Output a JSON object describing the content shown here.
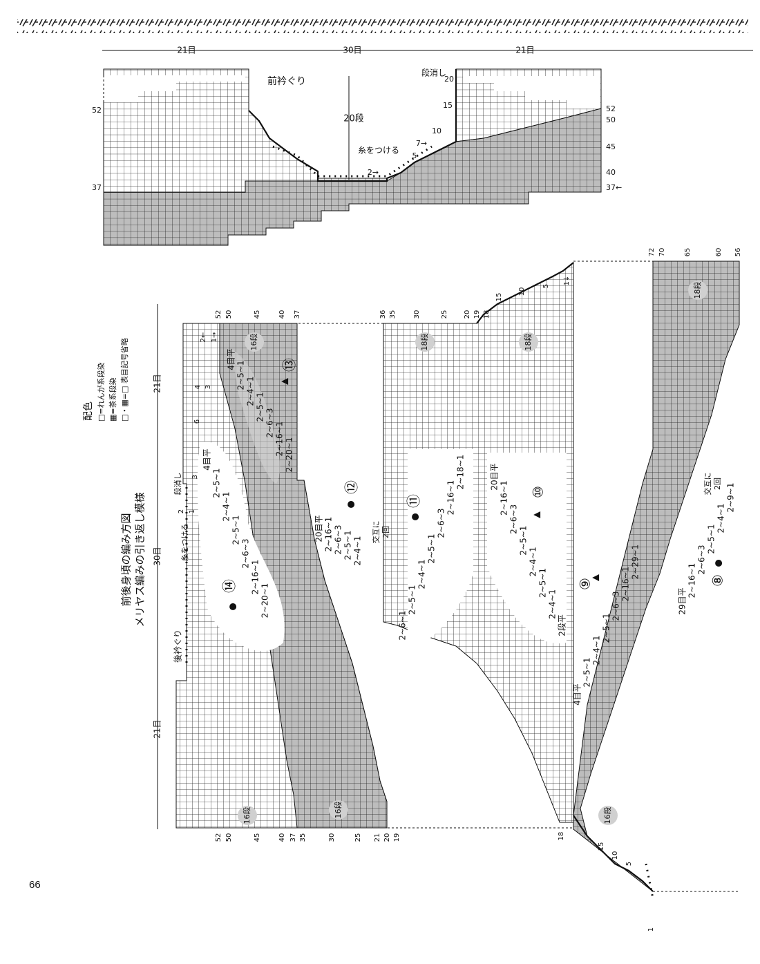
{
  "page_number": "66",
  "top_chart": {
    "widths": [
      "21目",
      "30目",
      "21目"
    ],
    "title": "前衿ぐり",
    "rows_label": "20段",
    "attach_yarn": "糸をつける",
    "remove_steps": "段消し",
    "left_rows": [
      "52",
      "37"
    ],
    "right_rows": [
      "52",
      "50",
      "45",
      "40",
      "37←"
    ],
    "step_rows": [
      "2→",
      "5",
      "7→",
      "10",
      "15",
      "20"
    ]
  },
  "main": {
    "title": "前後身頃の編み方図",
    "subtitle": "メリヤス編みの引き返し模様",
    "widths": [
      "21目",
      "30目",
      "21目"
    ],
    "legend": {
      "heading": "配色",
      "items": [
        "□=れんが系段染",
        "▦=茶系段染",
        "□・▦=□ 表目記号省略"
      ]
    },
    "back_neckline": "後衿ぐり",
    "attach_yarn": "糸をつける",
    "remove_steps": "段消し",
    "rows_16": "16段",
    "rows_18": "18段",
    "top_rows_a": [
      "52",
      "50",
      "45",
      "40",
      "37"
    ],
    "top_rows_b": [
      "36",
      "35",
      "30",
      "25",
      "20",
      "19",
      "18",
      "15",
      "10",
      "5",
      "1↓"
    ],
    "top_rows_c": [
      "72",
      "70",
      "65",
      "60",
      "56"
    ],
    "bottom_rows_a": [
      "52",
      "50",
      "45",
      "40",
      "37",
      "35",
      "30",
      "25",
      "21",
      "20",
      "19"
    ],
    "bottom_rows_c": [
      "18",
      "15",
      "10",
      "5",
      "1"
    ],
    "side_steps": [
      "2←",
      "1→",
      "4",
      "3",
      "6",
      "3",
      "2",
      "1"
    ],
    "groups": [
      {
        "id": "⑬",
        "marker": "▲",
        "steps": [
          "4目平",
          "2~5~1",
          "2~4~1",
          "2~5~1",
          "2~6~3",
          "2~16~1",
          "2~20~1"
        ]
      },
      {
        "id": "⑭",
        "marker": "●",
        "steps": [
          "4目平",
          "2~5~1",
          "2~4~1",
          "2~5~1",
          "2~6~3",
          "2~16~1",
          "2~20~1"
        ]
      },
      {
        "id": "⑫",
        "marker": "●",
        "steps": [
          "20目平",
          "2~16~1",
          "2~6~3",
          "2~5~1",
          "2~4~1"
        ],
        "note": [
          "交互に",
          "2回"
        ]
      },
      {
        "id": "⑪",
        "marker": "●",
        "steps": [
          "2~6~1",
          "2~5~1",
          "2~4~1",
          "2~5~1",
          "2~6~3",
          "2~16~1",
          "2~18~1"
        ]
      },
      {
        "id": "⑩",
        "marker": "▲",
        "steps": [
          "20目平",
          "2~16~1",
          "2~6~3",
          "2~5~1",
          "2~4~1",
          "2~5~1",
          "2~4~1",
          "2段平"
        ]
      },
      {
        "id": "⑨",
        "marker": "▲",
        "steps": [
          "4目平",
          "2~5~1",
          "2~4~1",
          "2~5~1",
          "2~6~3",
          "2~16~1",
          "2~29~1"
        ]
      },
      {
        "id": "⑧",
        "marker": "●",
        "steps": [
          "29目平",
          "2~16~1",
          "2~6~3",
          "2~5~1",
          "2~4~1",
          "2~9~1"
        ],
        "note": [
          "交互に",
          "2回"
        ]
      }
    ]
  },
  "colors": {
    "shade": "#bdbdbd",
    "ink": "#111111"
  }
}
